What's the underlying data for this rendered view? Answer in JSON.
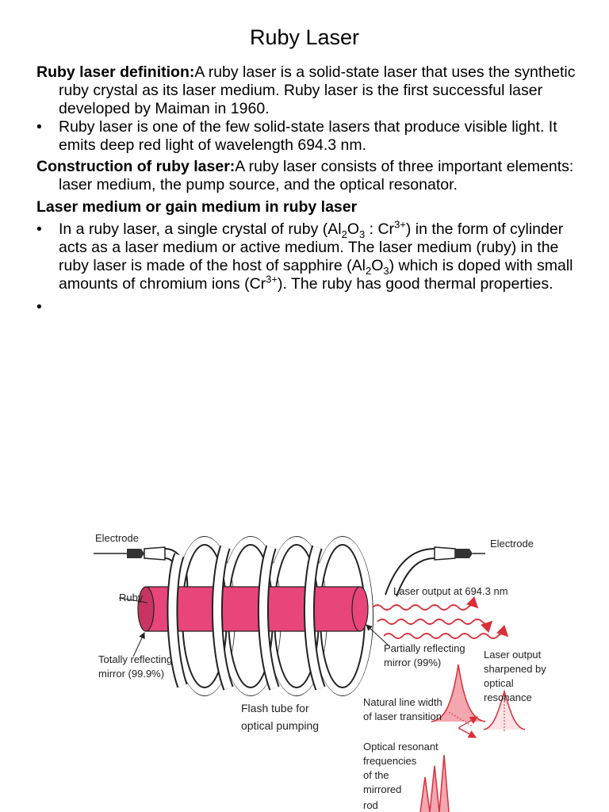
{
  "page": {
    "title": "Ruby Laser"
  },
  "definition": {
    "heading": "Ruby laser definition:",
    "text": "A ruby laser is a solid-state laser that uses the synthetic ruby crystal as its laser medium. Ruby laser is the first successful laser developed by Maiman in 1960.",
    "bullet": "Ruby laser is one of the few solid-state lasers that produce visible light. It emits deep red light of wavelength 694.3 nm."
  },
  "construction": {
    "heading": "Construction of ruby laser:",
    "text": "A ruby laser consists of three important elements: laser medium, the pump source, and the optical resonator."
  },
  "medium": {
    "heading": "Laser medium or gain medium in ruby laser",
    "b1_a": "In a ruby laser, a single crystal of ruby (Al",
    "b1_s1": "2",
    "b1_b": "O",
    "b1_s2": "3",
    "b1_c": " : Cr",
    "b1_sup1": "3+",
    "b1_d": ") in the form of cylinder acts as a laser medium or active medium. The laser medium (ruby) in the ruby laser is made of the host of sapphire (Al",
    "b1_s3": "2",
    "b1_e": "O",
    "b1_s4": "3",
    "b1_f": ") which is doped with small amounts of chromium ions (Cr",
    "b1_sup2": "3+",
    "b1_g": "). The ruby has good thermal properties."
  },
  "bullet_char": "•",
  "diagram": {
    "electrode_left": "Electrode",
    "electrode_right": "Electrode",
    "ruby": "Ruby",
    "laser_output": "Laser output at 694.3 nm",
    "partial_mirror_1": "Partially reflecting",
    "partial_mirror_2": "mirror (99%)",
    "total_mirror_1": "Totally reflecting",
    "total_mirror_2": "mirror (99.9%)",
    "flash_tube_1": "Flash tube for",
    "flash_tube_2": "optical pumping",
    "sharpened_1": "Laser output",
    "sharpened_2": "sharpened by",
    "sharpened_3": "optical",
    "sharpened_4": "resonance",
    "natural_1": "Natural line width",
    "natural_2": "of laser transition",
    "resonant_1": "Optical resonant",
    "resonant_2": "frequencies",
    "resonant_3": "of the",
    "resonant_4": "mirrored",
    "resonant_5": "rod",
    "colors": {
      "ruby": "#e8457a",
      "beam": "#d8303a",
      "coil": "#ffffff",
      "stroke": "#222222"
    }
  }
}
